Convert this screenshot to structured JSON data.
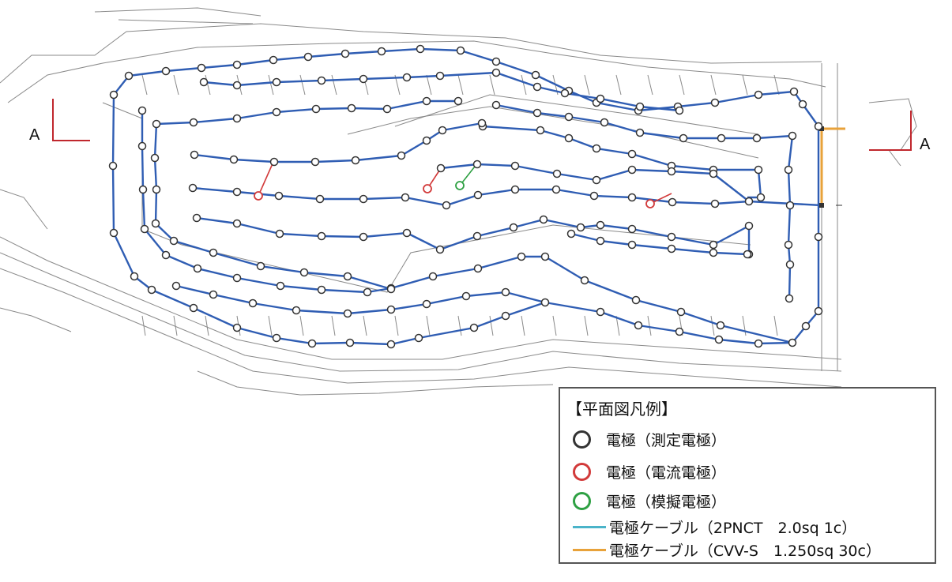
{
  "section_marks": {
    "left": "A",
    "right": "A"
  },
  "legend": {
    "title": "【平面図凡例】",
    "items": [
      {
        "kind": "ring",
        "color": "#333333",
        "label": "電極（測定電極）",
        "icon": "black-circle"
      },
      {
        "kind": "ring",
        "color": "#d23a3a",
        "label": "電極（電流電極）",
        "icon": "red-circle"
      },
      {
        "kind": "ring",
        "color": "#2ea043",
        "label": "電極（模擬電極）",
        "icon": "green-circle"
      },
      {
        "kind": "line",
        "color": "#4bb4c9",
        "label": "電極ケーブル（2PNCT　2.0sq 1c）",
        "icon": "cyan-line"
      },
      {
        "kind": "line",
        "color": "#e8a23a",
        "label": "電極ケーブル（CVV-S　1.250sq 30c）",
        "icon": "orange-line"
      }
    ]
  },
  "colors": {
    "cable": "#2f5db3",
    "electrode_measure": "#333333",
    "electrode_current": "#d23a3a",
    "electrode_dummy": "#2ea043",
    "cvv_cable": "#e8a23a",
    "section_arrow": "#c0272d",
    "terrain": "#8a8a8a"
  }
}
